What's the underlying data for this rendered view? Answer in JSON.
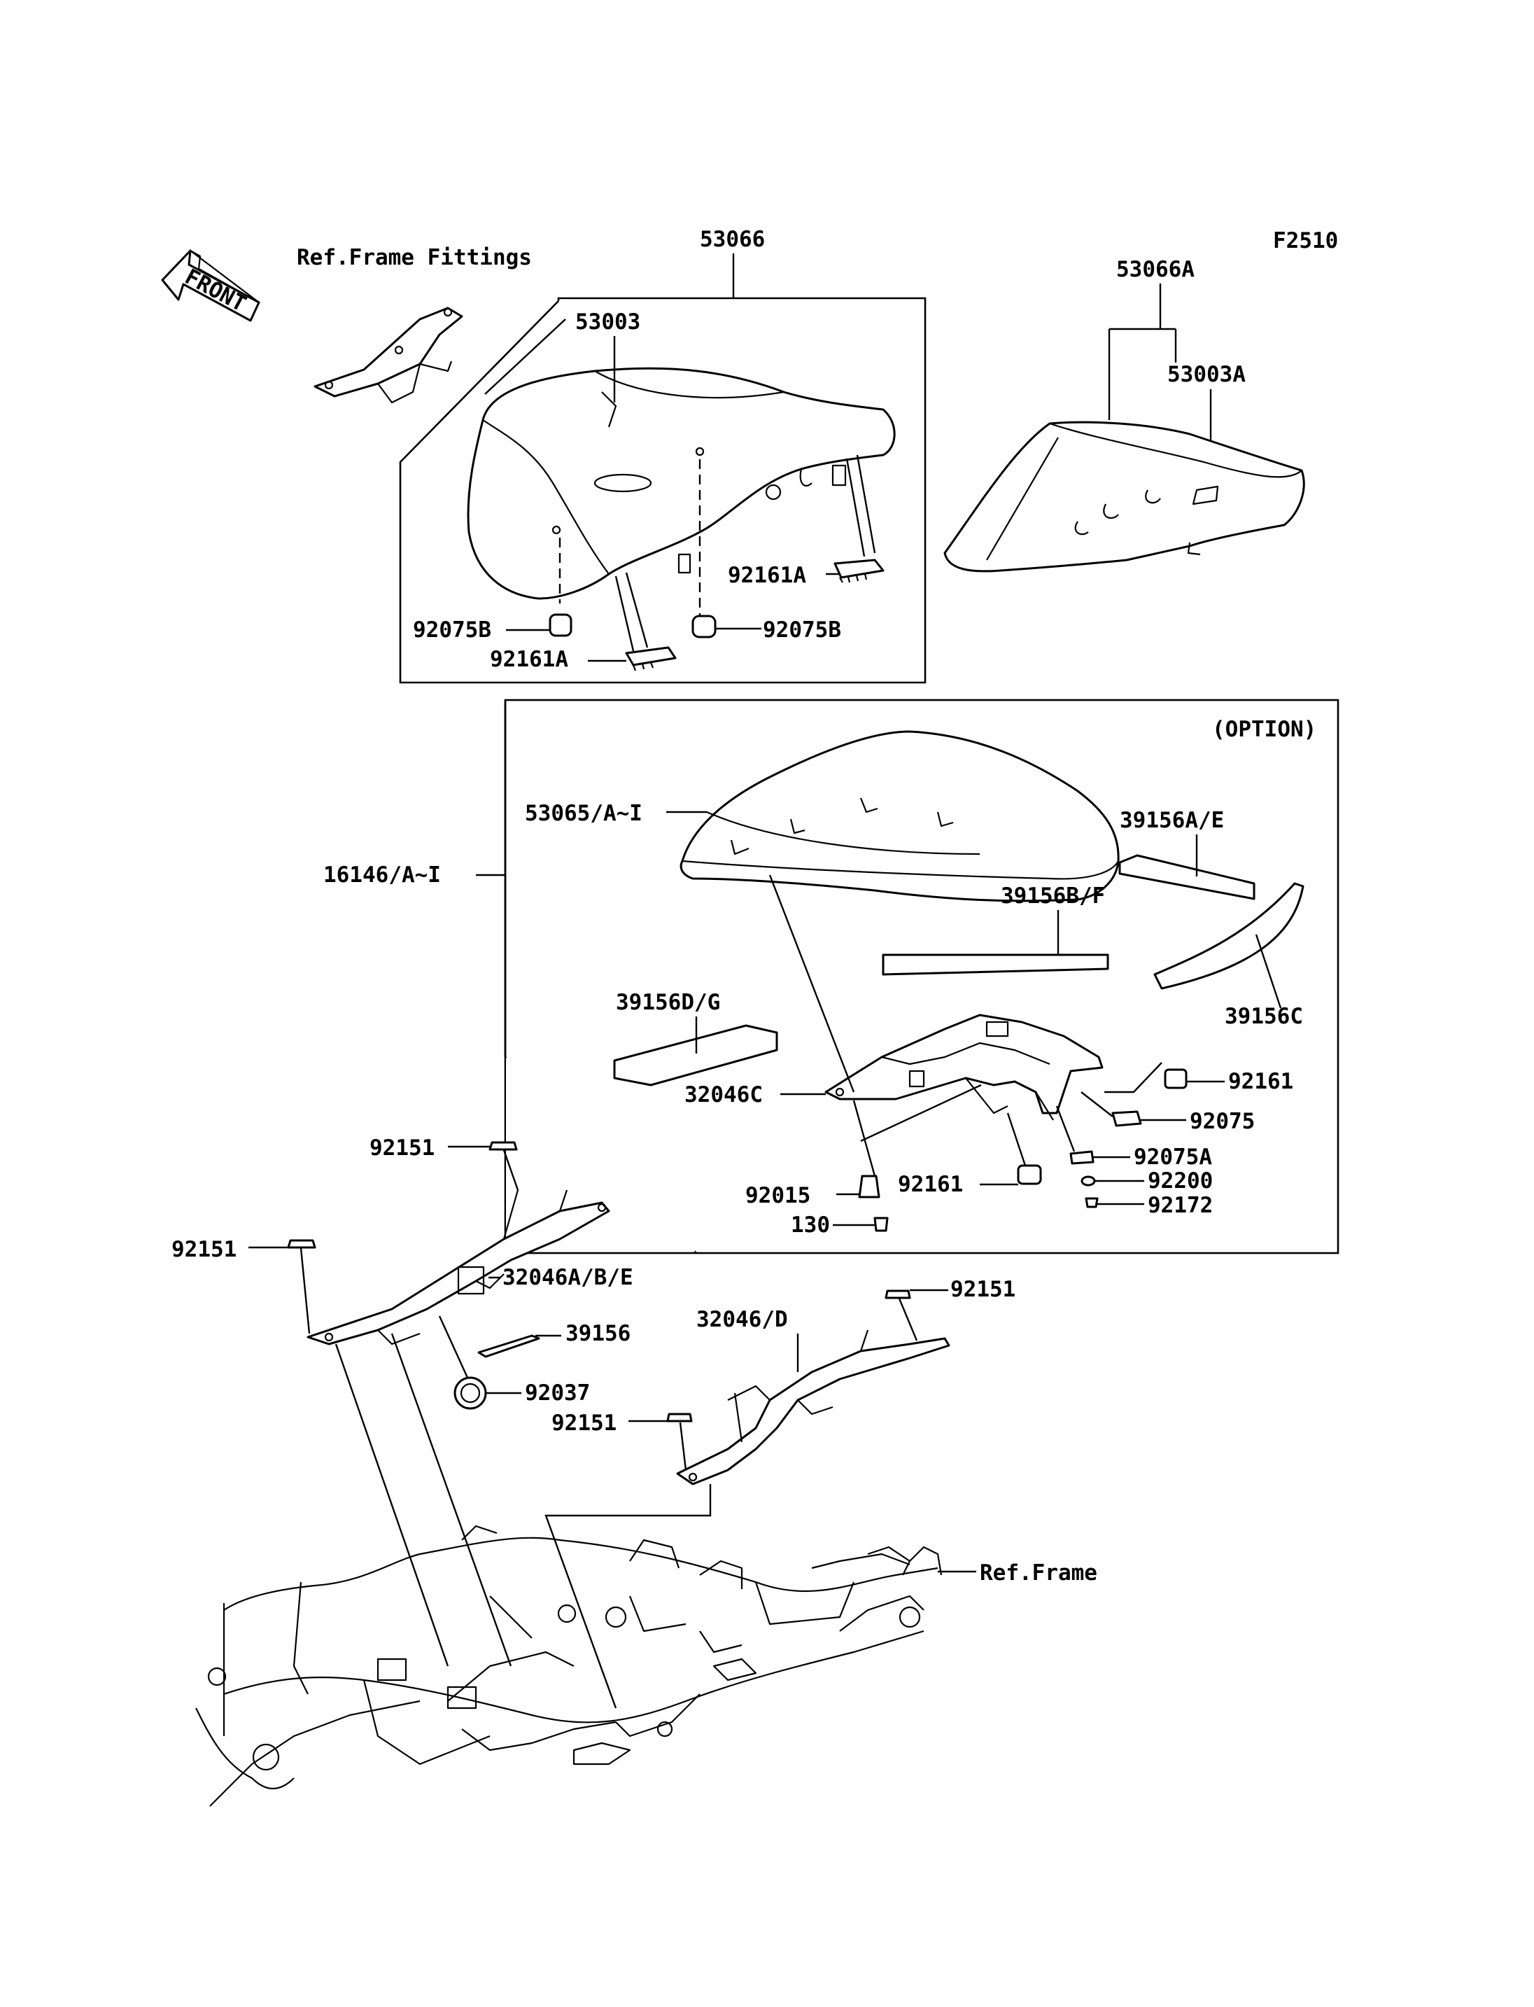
{
  "diagram": {
    "code": "F2510",
    "front_label": "FRONT",
    "option_label": "(OPTION)",
    "ref_frame_fittings": "Ref.Frame Fittings",
    "ref_frame": "Ref.Frame",
    "parts": {
      "seat_assy": "53066",
      "seat_pad": "53003",
      "rear_seat_assy": "53066A",
      "rear_seat_pad": "53003A",
      "damper_b_left": "92075B",
      "damper_b_right": "92075B",
      "hook_a_left": "92161A",
      "hook_a_right": "92161A",
      "cover_assy": "16146/A~I",
      "cover": "53065/A~I",
      "pad_ae": "39156A/E",
      "pad_bf": "39156B/F",
      "pad_dg": "39156D/G",
      "pad_c": "39156C",
      "bracket_c": "32046C",
      "hook_1": "92161",
      "damper": "92075",
      "damper_a": "92075A",
      "hook_2": "92161",
      "collar": "92015",
      "spacer": "92200",
      "bolt_small": "92172",
      "bolt_130": "130",
      "bolt_1": "92151",
      "bolt_2": "92151",
      "bracket_abe": "32046A/B/E",
      "pad_39156": "39156",
      "clamp": "92037",
      "bolt_3": "92151",
      "bracket_d": "32046/D",
      "bolt_4": "92151"
    }
  }
}
